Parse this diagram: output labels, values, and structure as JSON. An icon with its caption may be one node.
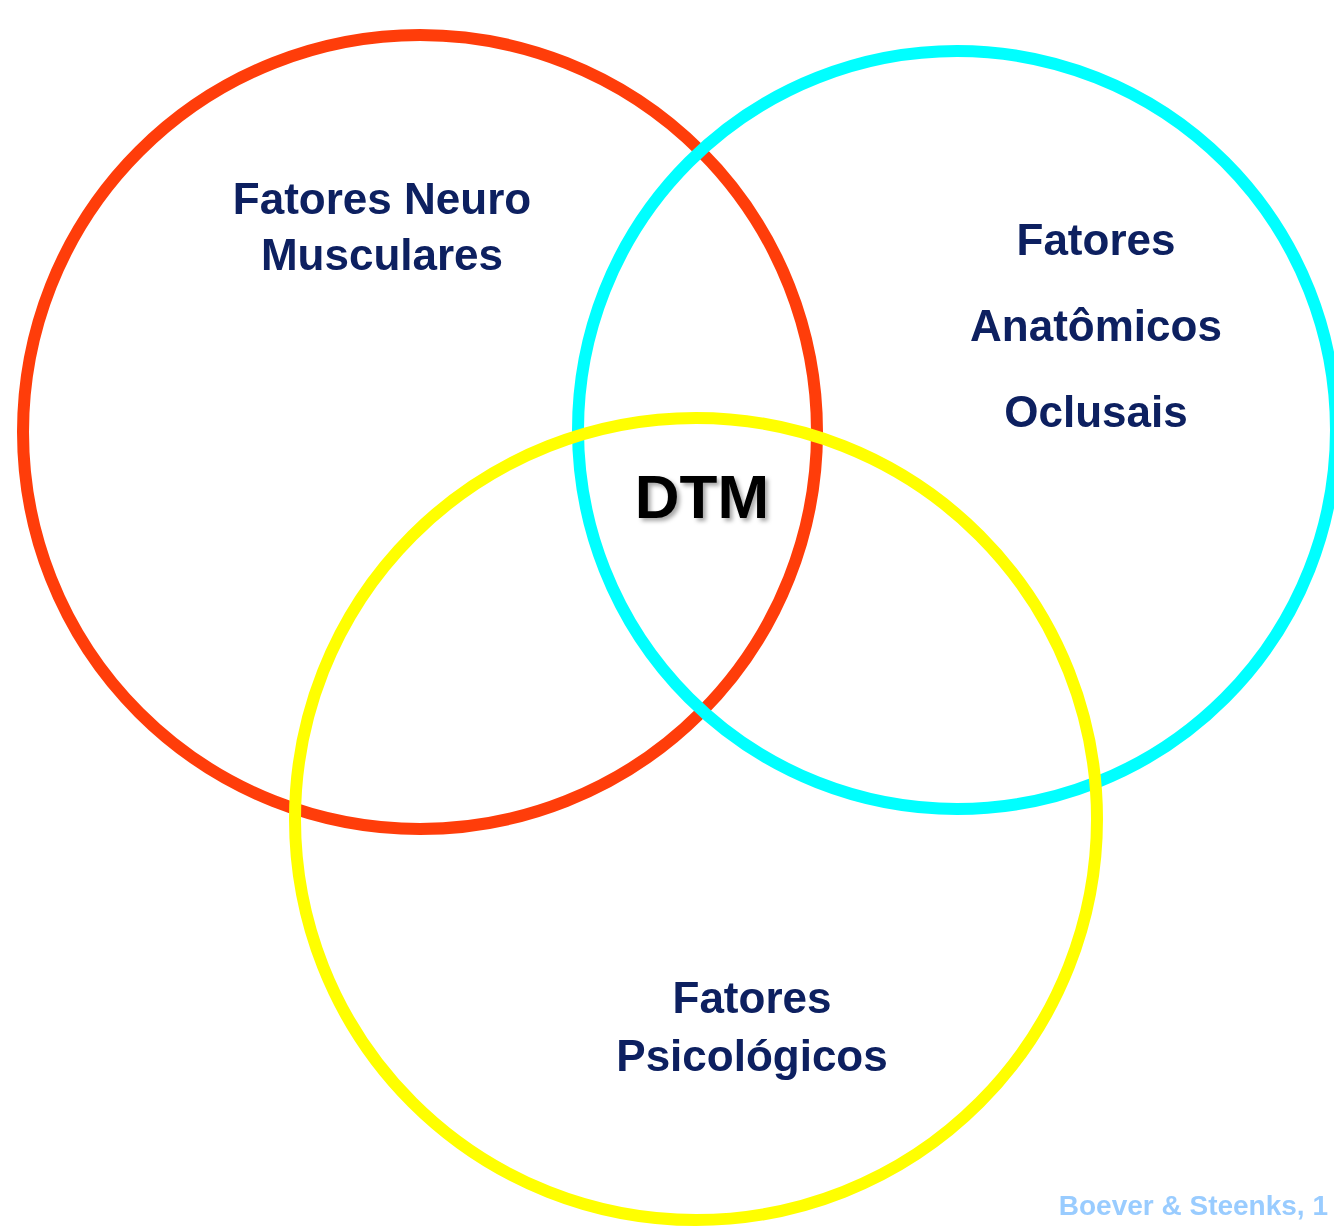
{
  "diagram": {
    "nodes": [
      {
        "text": [
          "Fatores Neuro Musculares"
        ]
      },
      {
        "text": [
          "Fatores Anatômicos Oclusais"
        ]
      },
      {
        "text": [
          "Fatores Psicológicos"
        ]
      }
    ],
    "labels": [
      "DTM",
      "Boever & Steenks, 1"
    ]
  }
}
